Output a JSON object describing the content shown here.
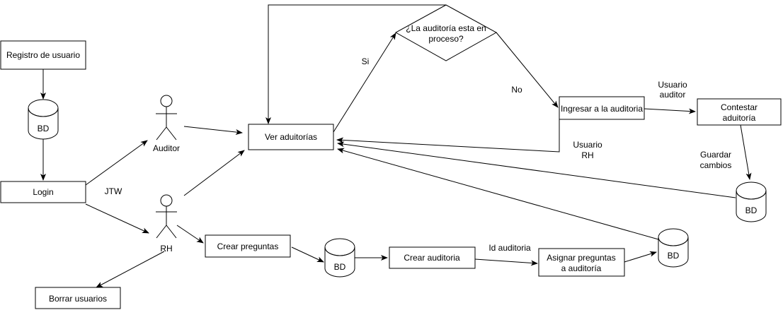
{
  "nodes": {
    "registro": "Registro de usuario",
    "bd_top": "BD",
    "login": "Login",
    "auditor": "Auditor",
    "rh": "RH",
    "ver": "Ver aduitorías",
    "decision_line1": "¿La auditoría esta en",
    "decision_line2": "proceso?",
    "ingresar": "Ingresar a la auditoria",
    "contestar_line1": "Contestar",
    "contestar_line2": "aduitoría",
    "bd_right": "BD",
    "crear_preguntas": "Crear preguntas",
    "bd_mid": "BD",
    "crear_auditoria": "Crear auditoria",
    "asignar_line1": "Asignar preguntas",
    "asignar_line2": "a auditoría",
    "bd_asignar": "BD",
    "borrar": "Borrar usuarios"
  },
  "edge_labels": {
    "jtw": "JTW",
    "si": "Si",
    "no": "No",
    "usuario_auditor_line1": "Usuario",
    "usuario_auditor_line2": "auditor",
    "usuario_rh_line1": "Usuario",
    "usuario_rh_line2": "RH",
    "guardar_line1": "Guardar",
    "guardar_line2": "cambios",
    "id_auditoria": "Id auditoria"
  }
}
